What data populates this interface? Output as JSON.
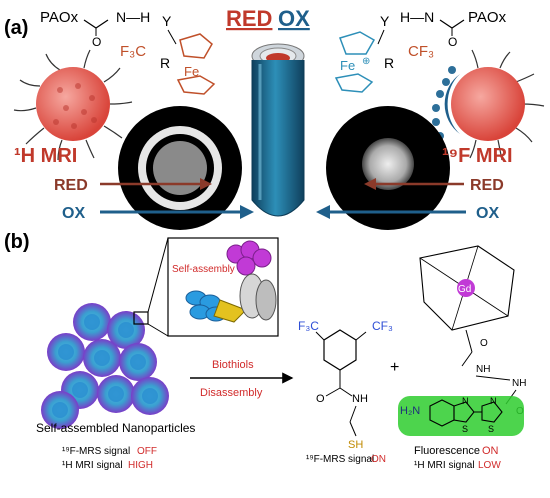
{
  "panel_a": {
    "label": "(a)",
    "title_red": "RED",
    "title_ox": "OX",
    "left_molecule": {
      "paox": "PAOx",
      "nh": "N—H",
      "y": "Y",
      "cf3": "F₃C",
      "r": "R",
      "fe": "Fe"
    },
    "right_molecule": {
      "paox": "PAOx",
      "nh": "H—N",
      "y": "Y",
      "cf3": "CF₃",
      "r": "R",
      "fe": "Fe",
      "charge": "⊕"
    },
    "left_mri": "¹H MRI",
    "right_mri": "¹⁹F MRI",
    "left_red": "RED",
    "left_ox": "OX",
    "right_red": "RED",
    "right_ox": "OX"
  },
  "panel_b": {
    "label": "(b)",
    "self_assembly": "Self-assembly",
    "arrow_top": "Biothiols",
    "arrow_bottom": "Disassembly",
    "nanoparticles_caption": "Self-assembled Nanoparticles",
    "np_signal1_label": "¹⁹F-MRS signal",
    "np_signal1_state": "OFF",
    "np_signal2_label": "¹H MRI signal",
    "np_signal2_state": "HIGH",
    "product1_label": "¹⁹F-MRS signal",
    "product1_state": "ON",
    "product2_line1_label": "Fluorescence",
    "product2_line1_state": "ON",
    "product2_line2_label": "¹H MRI signal",
    "product2_line2_state": "LOW",
    "plus": "+",
    "mol_cf3_left": "F₃C",
    "mol_cf3_right": "CF₃",
    "mol_nh": "NH",
    "mol_sh": "SH",
    "mol_o": "O",
    "gd": "Gd",
    "h2n": "H₂N",
    "n": "N",
    "s": "S"
  },
  "colors": {
    "red": "#c0392b",
    "blue": "#1f5f8b",
    "orange_fe": "#c0502a",
    "green": "#2ecc2e",
    "gd_purple": "#c13ad6",
    "fluor_blue": "#2f4fd6"
  }
}
